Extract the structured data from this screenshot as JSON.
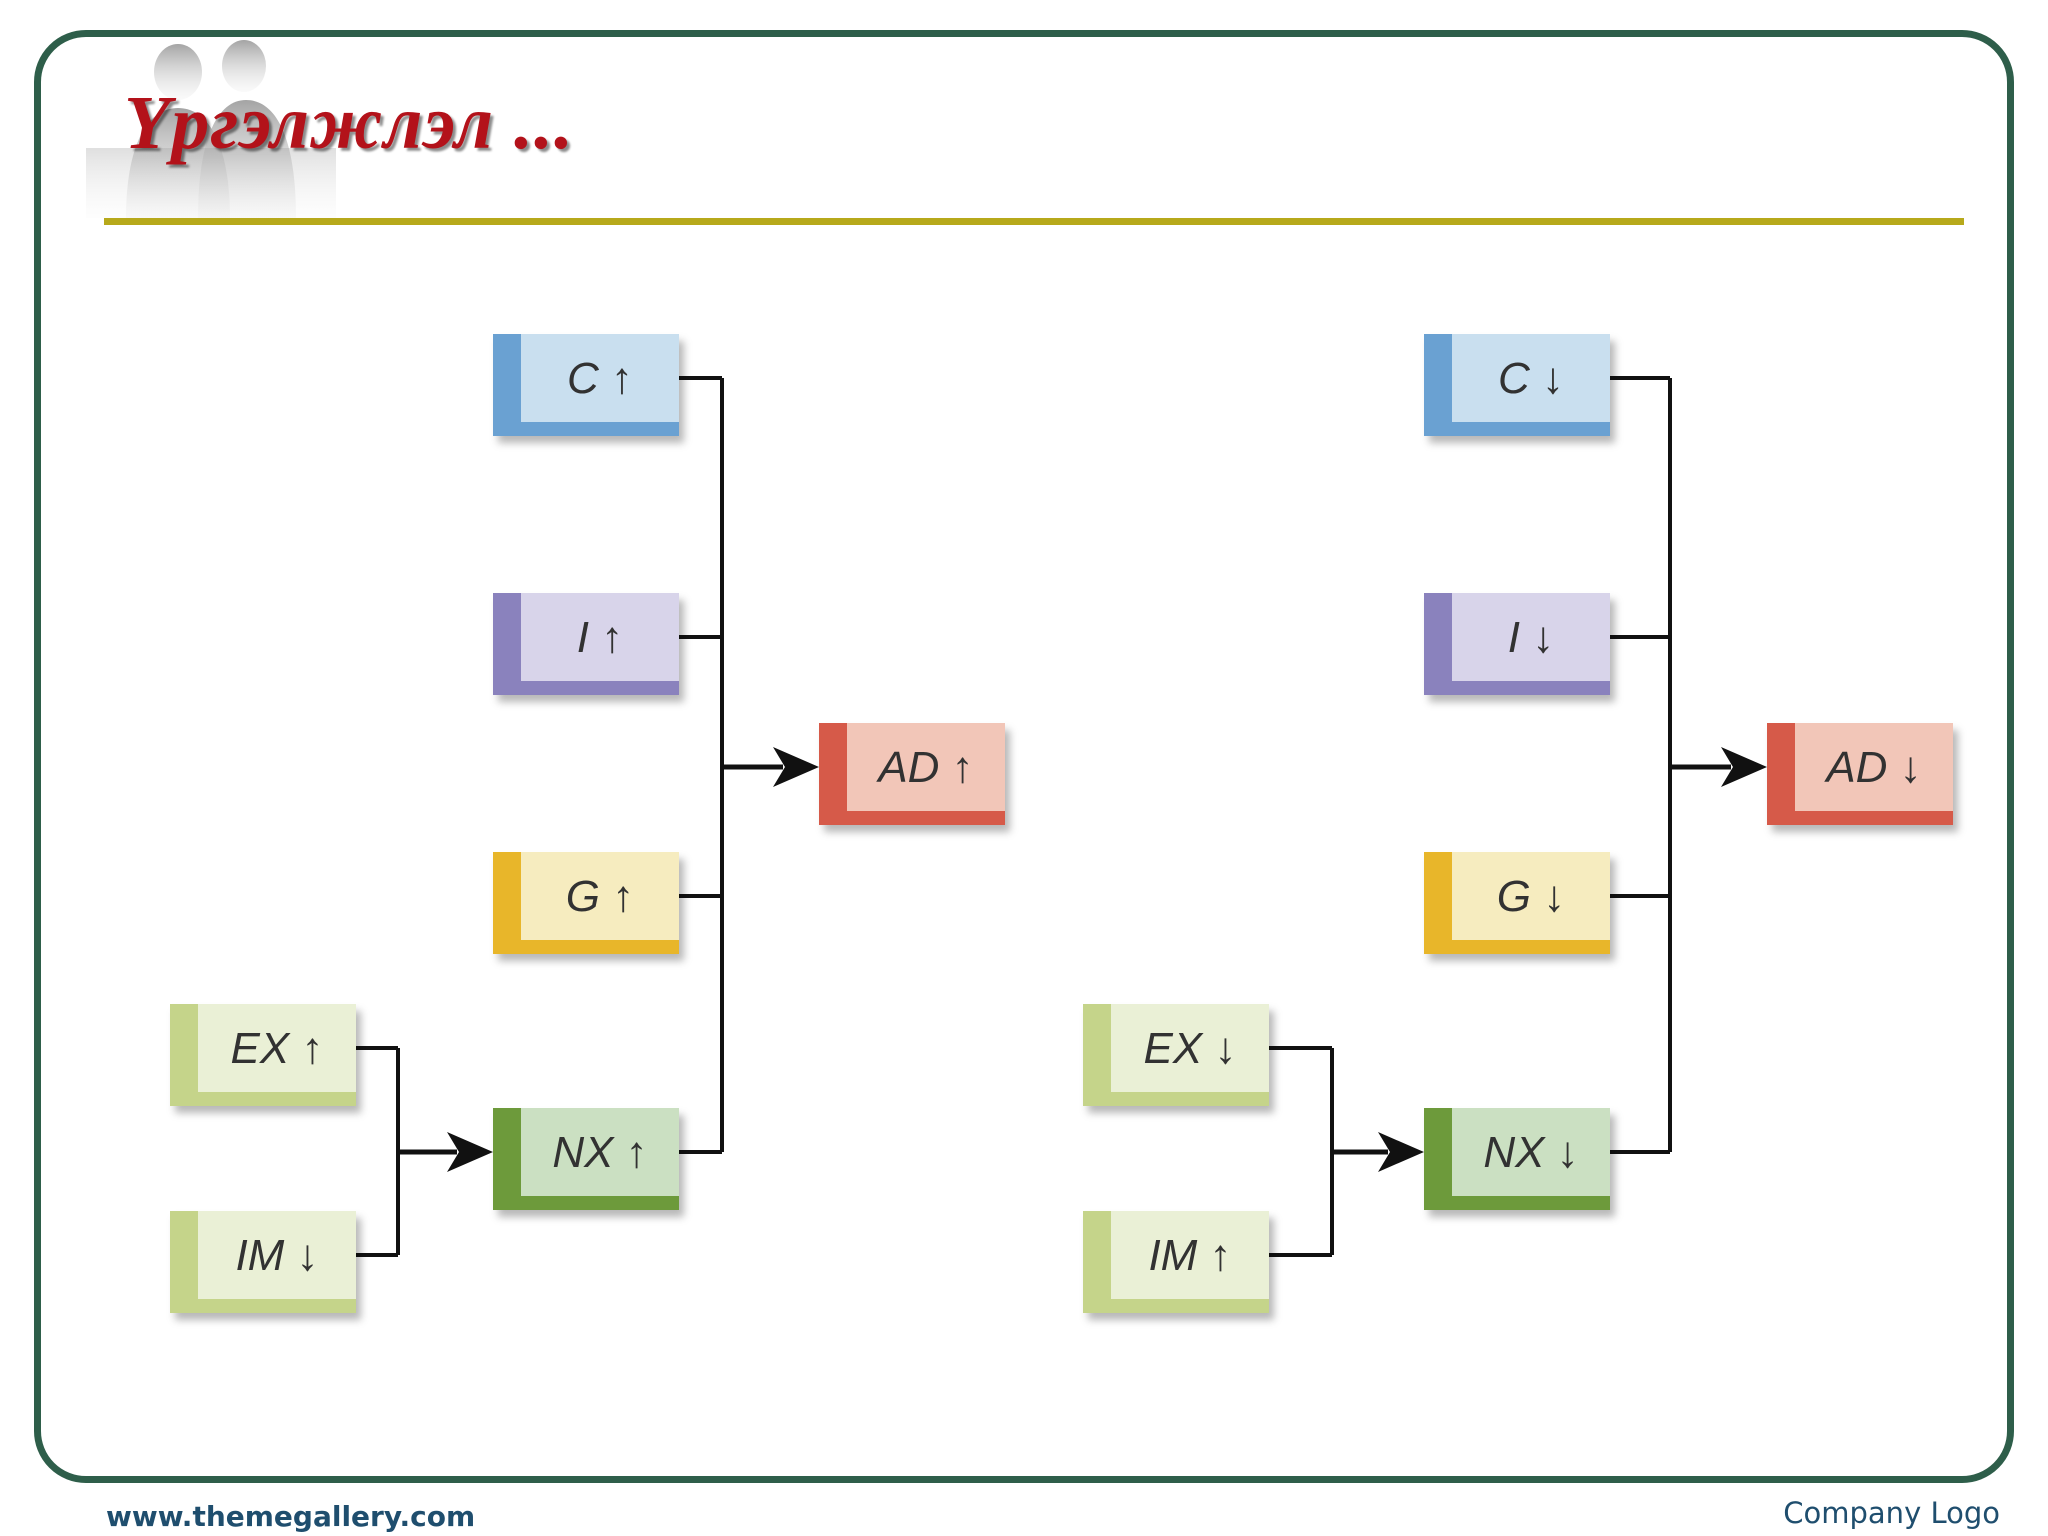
{
  "slide": {
    "title": "Үргэлжлэл ...",
    "footer_url": "www.themegallery.com",
    "footer_logo": "Company Logo"
  },
  "colors": {
    "frame": "#2e5e4a",
    "rule": "#b7a91b",
    "title": "#b3121a",
    "connector": "#111111"
  },
  "palette": {
    "blue": {
      "accent": "#6aa1d2",
      "fill": "#c9dfef"
    },
    "purple": {
      "accent": "#8a82bd",
      "fill": "#d8d4ea"
    },
    "yellow": {
      "accent": "#e8b62a",
      "fill": "#f6ecbf"
    },
    "green": {
      "accent": "#6d9a3a",
      "fill": "#cbe0c2"
    },
    "lime": {
      "accent": "#c5d48a",
      "fill": "#eaf0d6"
    },
    "red": {
      "accent": "#d65a4a",
      "fill": "#f2c6b8"
    }
  },
  "diagram": {
    "left": [
      {
        "id": "L_C",
        "label": "C ↑",
        "color": "blue"
      },
      {
        "id": "L_I",
        "label": "I ↑",
        "color": "purple"
      },
      {
        "id": "L_G",
        "label": "G ↑",
        "color": "yellow"
      },
      {
        "id": "L_NX",
        "label": "NX ↑",
        "color": "green"
      },
      {
        "id": "L_EX",
        "label": "EX ↑",
        "color": "lime"
      },
      {
        "id": "L_IM",
        "label": "IM ↓",
        "color": "lime"
      },
      {
        "id": "L_AD",
        "label": "AD ↑",
        "color": "red"
      }
    ],
    "right": [
      {
        "id": "R_C",
        "label": "C ↓",
        "color": "blue"
      },
      {
        "id": "R_I",
        "label": "I ↓",
        "color": "purple"
      },
      {
        "id": "R_G",
        "label": "G ↓",
        "color": "yellow"
      },
      {
        "id": "R_NX",
        "label": "NX ↓",
        "color": "green"
      },
      {
        "id": "R_EX",
        "label": "EX ↓",
        "color": "lime"
      },
      {
        "id": "R_IM",
        "label": "IM ↑",
        "color": "lime"
      },
      {
        "id": "R_AD",
        "label": "AD ↓",
        "color": "red"
      }
    ],
    "edges": [
      [
        "L_EX",
        "L_NX"
      ],
      [
        "L_IM",
        "L_NX"
      ],
      [
        "L_C",
        "L_AD"
      ],
      [
        "L_I",
        "L_AD"
      ],
      [
        "L_G",
        "L_AD"
      ],
      [
        "L_NX",
        "L_AD"
      ],
      [
        "R_EX",
        "R_NX"
      ],
      [
        "R_IM",
        "R_NX"
      ],
      [
        "R_C",
        "R_AD"
      ],
      [
        "R_I",
        "R_AD"
      ],
      [
        "R_G",
        "R_AD"
      ],
      [
        "R_NX",
        "R_AD"
      ]
    ]
  }
}
